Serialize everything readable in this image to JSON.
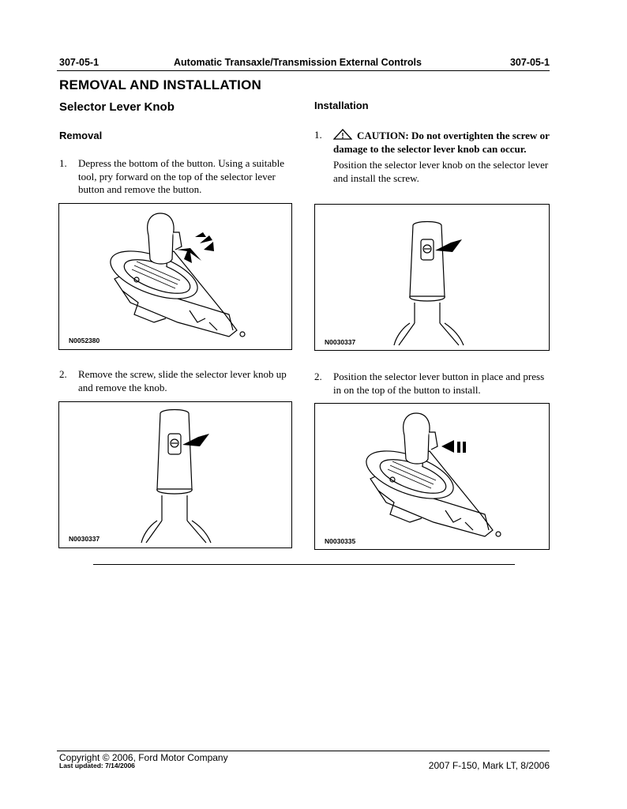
{
  "header": {
    "section_left": "307-05-1",
    "title": "Automatic Transaxle/Transmission External Controls",
    "section_right": "307-05-1"
  },
  "page_title": "REMOVAL AND INSTALLATION",
  "subtitle": "Selector Lever Knob",
  "removal": {
    "heading": "Removal",
    "steps": [
      {
        "num": "1.",
        "text": "Depress the bottom of the button. Using a suitable tool, pry forward on the top of the selector lever button and remove the button."
      },
      {
        "num": "2.",
        "text": "Remove the screw, slide the selector lever knob up and remove the knob."
      }
    ],
    "figures": [
      {
        "id": "N0052380",
        "icon": "shifter-assembly-arrows-icon"
      },
      {
        "id": "N0030337",
        "icon": "lever-knob-screw-icon"
      }
    ]
  },
  "installation": {
    "heading": "Installation",
    "steps": [
      {
        "num": "1.",
        "caution": "CAUTION: Do not overtighten the screw or damage to the selector lever knob can occur.",
        "text": "Position the selector lever knob on the selector lever and install the screw."
      },
      {
        "num": "2.",
        "text": "Position the selector lever button in place and press in on the top of the button to install."
      }
    ],
    "figures": [
      {
        "id": "N0030337",
        "icon": "lever-knob-screw-icon"
      },
      {
        "id": "N0030335",
        "icon": "shifter-assembly-arrows-icon"
      }
    ]
  },
  "footer": {
    "copyright": "Copyright © 2006, Ford Motor Company",
    "last_updated": "Last updated: 7/14/2006",
    "vehicle": "2007 F-150, Mark LT, 8/2006"
  }
}
